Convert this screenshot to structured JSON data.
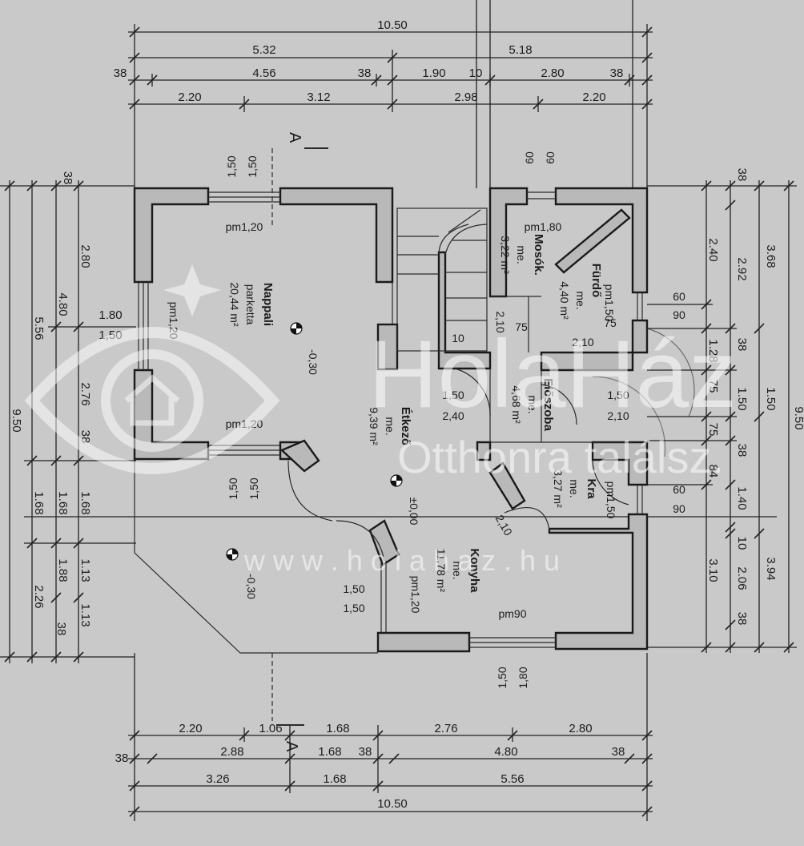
{
  "dimensions": {
    "top": {
      "row1": [
        "10.50"
      ],
      "row2": [
        "5.32",
        "5.18"
      ],
      "row3": [
        "38",
        "4.56",
        "38",
        "1.90",
        "10",
        "2.80",
        "38"
      ],
      "row4": [
        "2.20",
        "3.12",
        "2.98",
        "2.20"
      ]
    },
    "bottom": {
      "row1": [
        "2.20",
        "1.06",
        "1.68",
        "2.76",
        "2.80"
      ],
      "row2": [
        "38",
        "2.88",
        "1.68",
        "38",
        "4.80",
        "38"
      ],
      "row3": [
        "3.26",
        "1.68",
        "5.56"
      ],
      "row4": [
        "10.50"
      ]
    },
    "left": {
      "outer": [
        "38",
        "2.80",
        "1.80",
        "2.76",
        "38",
        "1.68",
        "1.13",
        "1.13",
        "38"
      ],
      "mid": [
        "4.80",
        "5.56",
        "1.68",
        "1.88",
        "2.26"
      ],
      "total": [
        "9.50"
      ]
    },
    "right": {
      "inner": [
        "2.40",
        "1.28",
        "75",
        "75",
        "84",
        "3.10"
      ],
      "mid": [
        "38",
        "2.92",
        "38",
        "1.50",
        "38",
        "1.40",
        "10",
        "2.06",
        "38"
      ],
      "outer": [
        "3.68",
        "1.50",
        "3.94"
      ],
      "total": [
        "9.50"
      ]
    }
  },
  "section_marker": "A",
  "rooms": [
    {
      "name": "Nappali",
      "finish": "parketta",
      "area": "20,44 m²"
    },
    {
      "name": "Étkező",
      "finish": "me.",
      "area": "9,39 m²"
    },
    {
      "name": "Konyha",
      "finish": "me.",
      "area": "11,78 m²"
    },
    {
      "name": "Előszoba",
      "finish": "me.",
      "area": "4,68 m²"
    },
    {
      "name": "Mosók.",
      "finish": "me.",
      "area": "3,22 m²"
    },
    {
      "name": "Fürdő",
      "finish": "me.",
      "area": "4,40 m²"
    },
    {
      "name": "Kra",
      "finish": "me.",
      "area": "3,27 m²"
    }
  ],
  "opening_labels": {
    "nappali_top": "pm1,20",
    "nappali_left": "pm1,20",
    "nappali_bottom": "pm1,20",
    "mosok_top": "pm1,80",
    "furdo": "pm1,50",
    "kra": "pm1,50",
    "konyha_bottom": "pm90",
    "konyha_left": "pm1,20"
  },
  "window_sizes": {
    "top_left": [
      "1,50",
      "1,50"
    ],
    "top_mid": [
      "60",
      "60"
    ],
    "left_side": [
      "1,80",
      "1,50"
    ],
    "bottom_left": [
      "1,50",
      "1,50"
    ],
    "right_upper": [
      "60",
      "90"
    ],
    "right_lower": [
      "60",
      "90"
    ],
    "bottom_right": [
      "1,80",
      "1,50"
    ],
    "konyha_left": [
      "1,50",
      "1,50"
    ],
    "eloszoba_left": [
      "1,50",
      "2,40"
    ],
    "eloszoba_right": [
      "1,50",
      "2,10"
    ],
    "furdo_inner": [
      "75",
      "2,10"
    ]
  },
  "door_labels": [
    "75",
    "2,10",
    "2,10",
    "10",
    "90",
    "75"
  ],
  "levels": {
    "nappali": "-0,30",
    "etkezo": "±0,00",
    "terrace": "-0,30"
  },
  "watermark": {
    "brand": "HolaHáz",
    "slogan": "Otthonra találsz.",
    "url": "w w w . h o l a h a z . h u"
  }
}
